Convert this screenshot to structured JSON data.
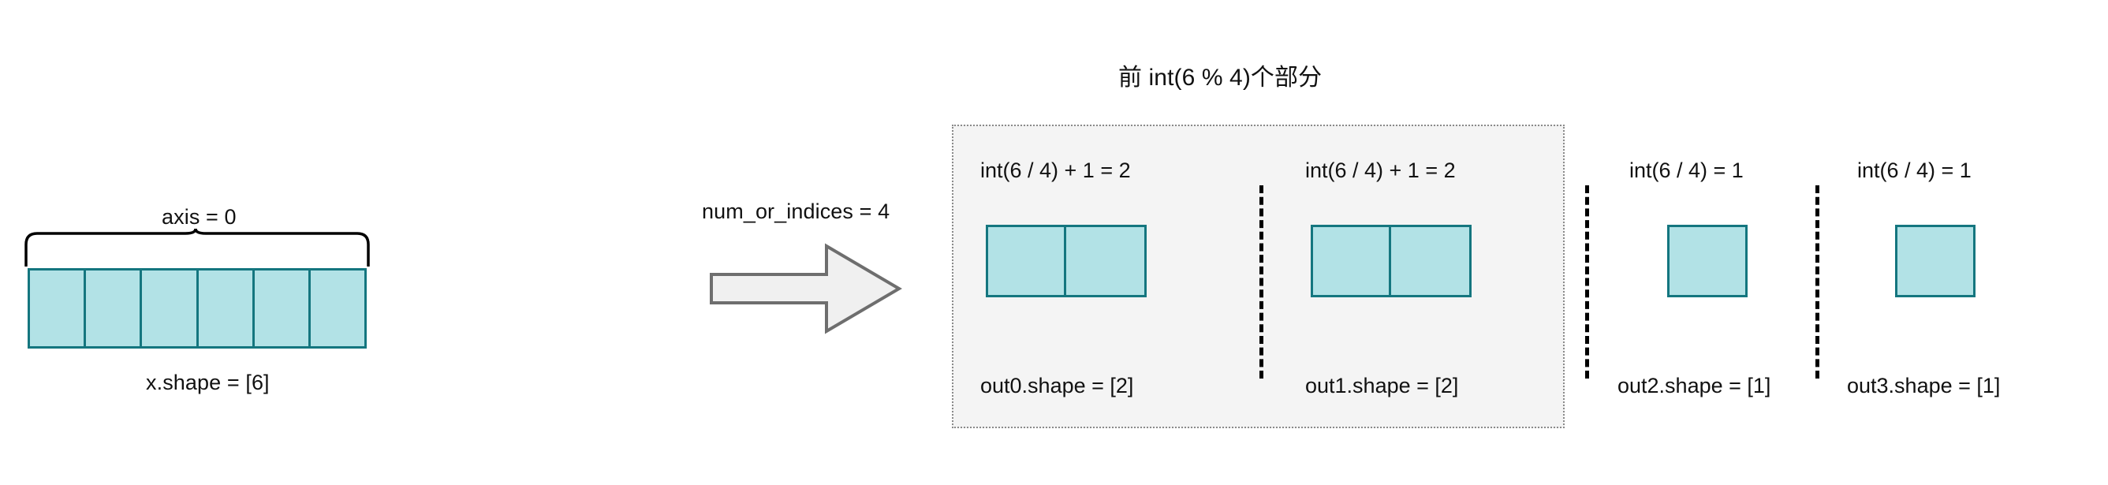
{
  "colors": {
    "box_fill": "#b2e2e6",
    "box_border": "#14767f",
    "container_fill": "#f4f4f4",
    "container_border": "#8a8a8a",
    "arrow_fill": "#f0f0f0",
    "arrow_border": "#6e6e6e",
    "text": "#111111"
  },
  "source": {
    "axis_label": "axis = 0",
    "shape_label": "x.shape = [6]",
    "cell_count": 6,
    "brace_icon": "curly-brace-icon"
  },
  "transform": {
    "param_label": "num_or_indices = 4",
    "arrow_icon": "right-block-arrow-icon"
  },
  "output": {
    "group_title": "前 int(6 % 4)个部分",
    "highlight_group_count": 2,
    "groups": [
      {
        "formula": "int(6 / 4) + 1 = 2",
        "shape_label": "out0.shape = [2]",
        "cell_count": 2
      },
      {
        "formula": "int(6 / 4) + 1 = 2",
        "shape_label": "out1.shape = [2]",
        "cell_count": 2
      },
      {
        "formula": "int(6 / 4) = 1",
        "shape_label": "out2.shape = [1]",
        "cell_count": 1
      },
      {
        "formula": "int(6 / 4) = 1",
        "shape_label": "out3.shape = [1]",
        "cell_count": 1
      }
    ]
  }
}
